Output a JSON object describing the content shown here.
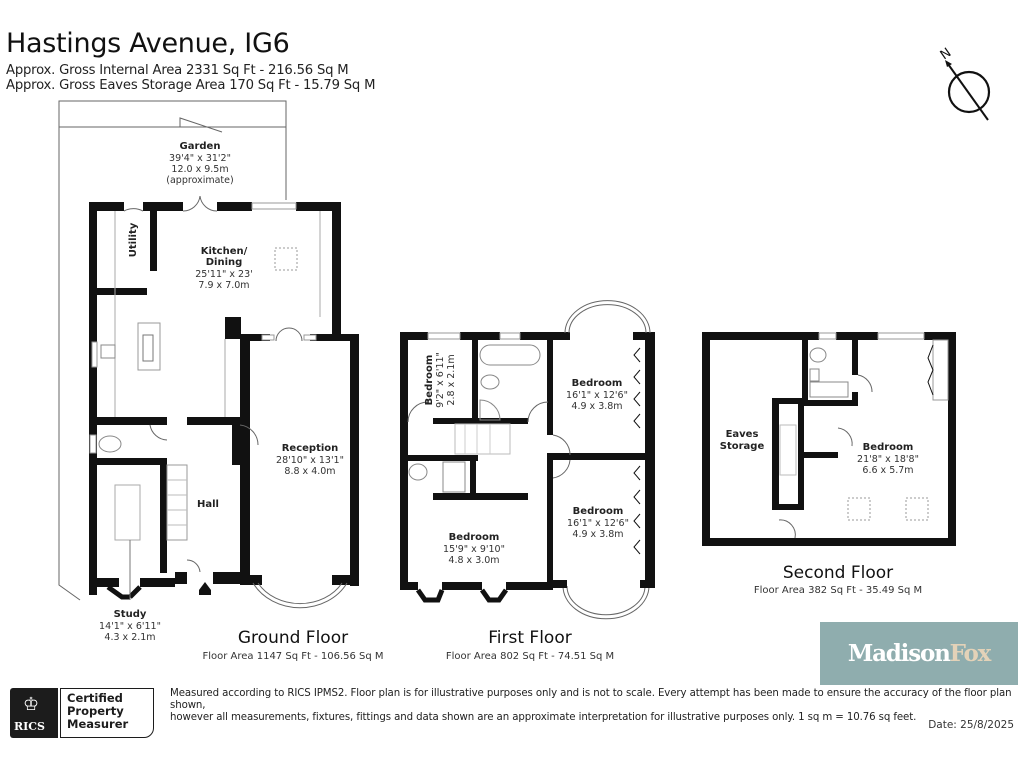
{
  "header": {
    "title": "Hastings Avenue, IG6",
    "gross_internal_area": "Approx. Gross Internal Area 2331 Sq Ft - 216.56 Sq M",
    "gross_eaves_area": "Approx. Gross Eaves Storage Area 170 Sq Ft - 15.79 Sq M"
  },
  "compass": {
    "label": "N",
    "icon": "north-arrow-icon"
  },
  "floors": {
    "ground": {
      "title": "Ground Floor",
      "area": "Floor Area 1147 Sq Ft - 106.56 Sq M",
      "rooms": {
        "garden": {
          "name": "Garden",
          "dim_imperial": "39'4\" x 31'2\"",
          "dim_metric": "12.0 x 9.5m",
          "note": "(approximate)"
        },
        "utility": {
          "name": "Utility"
        },
        "kitchen": {
          "name_line1": "Kitchen/",
          "name_line2": "Dining",
          "dim_imperial": "25'11\" x 23'",
          "dim_metric": "7.9 x 7.0m"
        },
        "reception": {
          "name": "Reception",
          "dim_imperial": "28'10\" x 13'1\"",
          "dim_metric": "8.8 x 4.0m"
        },
        "hall": {
          "name": "Hall"
        },
        "study": {
          "name": "Study",
          "dim_imperial": "14'1\" x 6'11\"",
          "dim_metric": "4.3 x 2.1m"
        }
      }
    },
    "first": {
      "title": "First Floor",
      "area": "Floor Area 802 Sq Ft - 74.51 Sq M",
      "rooms": {
        "bedroom_small": {
          "name": "Bedroom",
          "dim_imperial": "9'2\" x 6'11\"",
          "dim_metric": "2.8 x 2.1m"
        },
        "bedroom_rear": {
          "name": "Bedroom",
          "dim_imperial": "16'1\" x 12'6\"",
          "dim_metric": "4.9 x 3.8m"
        },
        "bedroom_front_right": {
          "name": "Bedroom",
          "dim_imperial": "16'1\" x 12'6\"",
          "dim_metric": "4.9 x 3.8m"
        },
        "bedroom_front_left": {
          "name": "Bedroom",
          "dim_imperial": "15'9\" x 9'10\"",
          "dim_metric": "4.8 x 3.0m"
        }
      }
    },
    "second": {
      "title": "Second Floor",
      "area": "Floor Area 382 Sq Ft - 35.49 Sq M",
      "rooms": {
        "eaves": {
          "name_line1": "Eaves",
          "name_line2": "Storage"
        },
        "bedroom": {
          "name": "Bedroom",
          "dim_imperial": "21'8\" x 18'8\"",
          "dim_metric": "6.6 x 5.7m"
        }
      }
    }
  },
  "badge": {
    "org": "RICS",
    "line1": "Certified",
    "line2": "Property",
    "line3": "Measurer"
  },
  "brand": {
    "part1": "Madison",
    "part2": "Fox",
    "bg_color": "#8fadae",
    "part1_color": "#ffffff",
    "part2_color": "#e3d2b8"
  },
  "footer": {
    "disclaimer_line1": "Measured according to RICS IPMS2. Floor plan is for illustrative purposes only and is not to scale. Every attempt has been made to ensure the accuracy of the floor plan shown,",
    "disclaimer_line2": "however all measurements, fixtures, fittings and data shown are an approximate interpretation for illustrative purposes only. 1 sq m = 10.76 sq feet.",
    "date": "Date: 25/8/2025"
  }
}
